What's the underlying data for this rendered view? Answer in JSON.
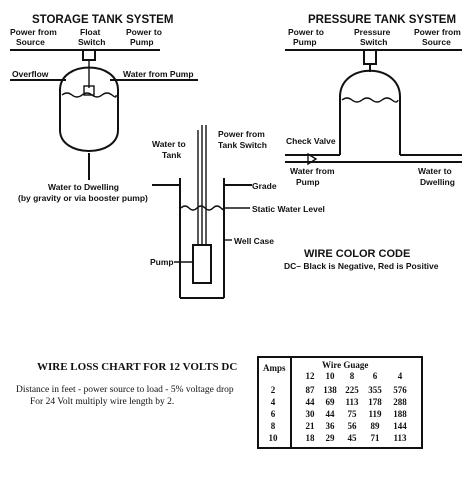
{
  "storage": {
    "title": "STORAGE TANK SYSTEM",
    "power_from": "Power from",
    "source": "Source",
    "float": "Float",
    "switch": "Switch",
    "power_to": "Power to",
    "pump": "Pump",
    "overflow": "Overflow",
    "water_from_pump": "Water from Pump",
    "water_to_dwelling": "Water to Dwelling",
    "gravity_note": "(by gravity or via booster pump)"
  },
  "pressure": {
    "title": "PRESSURE TANK SYSTEM",
    "power_to": "Power to",
    "pump": "Pump",
    "pressure": "Pressure",
    "switch": "Switch",
    "power_from": "Power from",
    "source": "Source",
    "check_valve": "Check Valve",
    "water_from": "Water from",
    "pump2": "Pump",
    "water_to": "Water to",
    "dwelling": "Dwelling"
  },
  "well": {
    "water_to": "Water to",
    "tank": "Tank",
    "power_from_tank_switch_1": "Power from",
    "power_from_tank_switch_2": "Tank Switch",
    "grade": "Grade",
    "static_water_level": "Static Water Level",
    "well_case": "Well Case",
    "pump": "Pump"
  },
  "wire_color": {
    "title": "WIRE COLOR CODE",
    "note": "DC– Black is Negative, Red is Positive"
  },
  "wire_loss": {
    "title": "WIRE LOSS CHART FOR 12 VOLTS DC",
    "line1": "Distance in feet - power source to load - 5% voltage drop",
    "line2": "For 24 Volt multiply wire length by 2.",
    "table": {
      "amps_header": "Amps",
      "gauge_header": "Wire Guage",
      "gauges": [
        "12",
        "10",
        "8",
        "6",
        "4"
      ],
      "rows": [
        {
          "amps": "2",
          "values": [
            "87",
            "138",
            "225",
            "355",
            "576"
          ]
        },
        {
          "amps": "4",
          "values": [
            "44",
            "69",
            "113",
            "178",
            "288"
          ]
        },
        {
          "amps": "6",
          "values": [
            "30",
            "44",
            "75",
            "119",
            "188"
          ]
        },
        {
          "amps": "8",
          "values": [
            "21",
            "36",
            "56",
            "89",
            "144"
          ]
        },
        {
          "amps": "10",
          "values": [
            "18",
            "29",
            "45",
            "71",
            "113"
          ]
        }
      ]
    }
  }
}
